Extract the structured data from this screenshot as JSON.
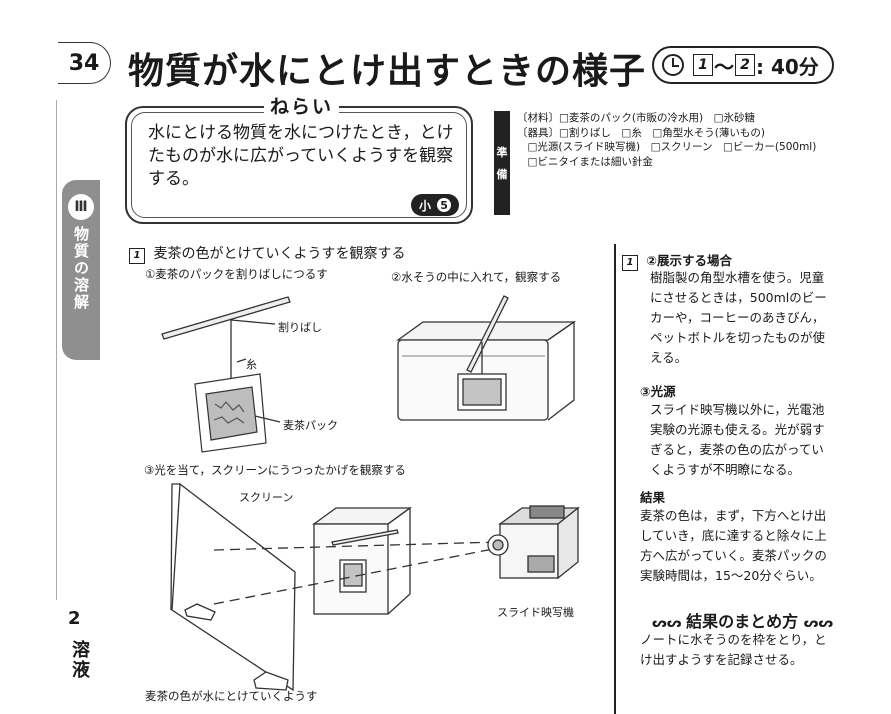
{
  "page_number": "34",
  "title": "物質が水にとけ出すときの様子",
  "time": {
    "unit_from": "1",
    "separator": "〜",
    "unit_to": "2",
    "duration": ": 40分"
  },
  "aim": {
    "heading": "ねらい",
    "text": "水にとける物質を水につけたとき，とけたものが水に広がっていくようすを観察する。",
    "grade_prefix": "小",
    "grade": "5"
  },
  "prep": {
    "label_1": "準",
    "label_2": "備",
    "lines": "〔材料〕□麦茶のパック(市販の冷水用)　□氷砂糖\n〔器具〕□割りばし　□糸　□角型水そう(薄いもの)\n　□光源(スライド映写機)　□スクリーン　□ビーカー(500ml)\n　□ビニタイまたは細い針金"
  },
  "side": {
    "numeral": "Ⅲ",
    "tab_text": "物質の溶解",
    "lower_num": "2",
    "lower_text": "溶液"
  },
  "section1": {
    "num": "1",
    "title": "麦茶の色がとけていくようすを観察する"
  },
  "figures": {
    "cap1": "①麦茶のパックを割りばしにつるす",
    "cap2": "②水そうの中に入れて，観察する",
    "cap3": "③光を当て，スクリーンにうつったかげを観察する",
    "label_chopsticks": "割りばし",
    "label_thread": "糸",
    "label_teabag": "麦茶パック",
    "label_screen": "スクリーン",
    "label_projector": "スライド映写機",
    "bottom_caption": "麦茶の色が水にとけていくようす"
  },
  "right": {
    "num": "1",
    "display_head": "②展示する場合",
    "display_text": "樹脂製の角型水槽を使う。児童にさせるときは，500mlのビーカーや，コーヒーのあきびん，ペットボトルを切ったものが使える。",
    "light_head": "③光源",
    "light_text": "スライド映写機以外に，光電池実験の光源も使える。光が弱すぎると，麦茶の色の広がっていくようすが不明瞭になる。",
    "result_head": "結果",
    "result_text": "麦茶の色は，まず，下方へとけ出していき，底に達すると除々に上方へ広がっていく。麦茶パックの実験時間は，15〜20分ぐらい。",
    "summary_head": "結果のまとめ方",
    "summary_text": "ノートに水そうのを枠をとり，とけ出すようすを記録させる。"
  }
}
